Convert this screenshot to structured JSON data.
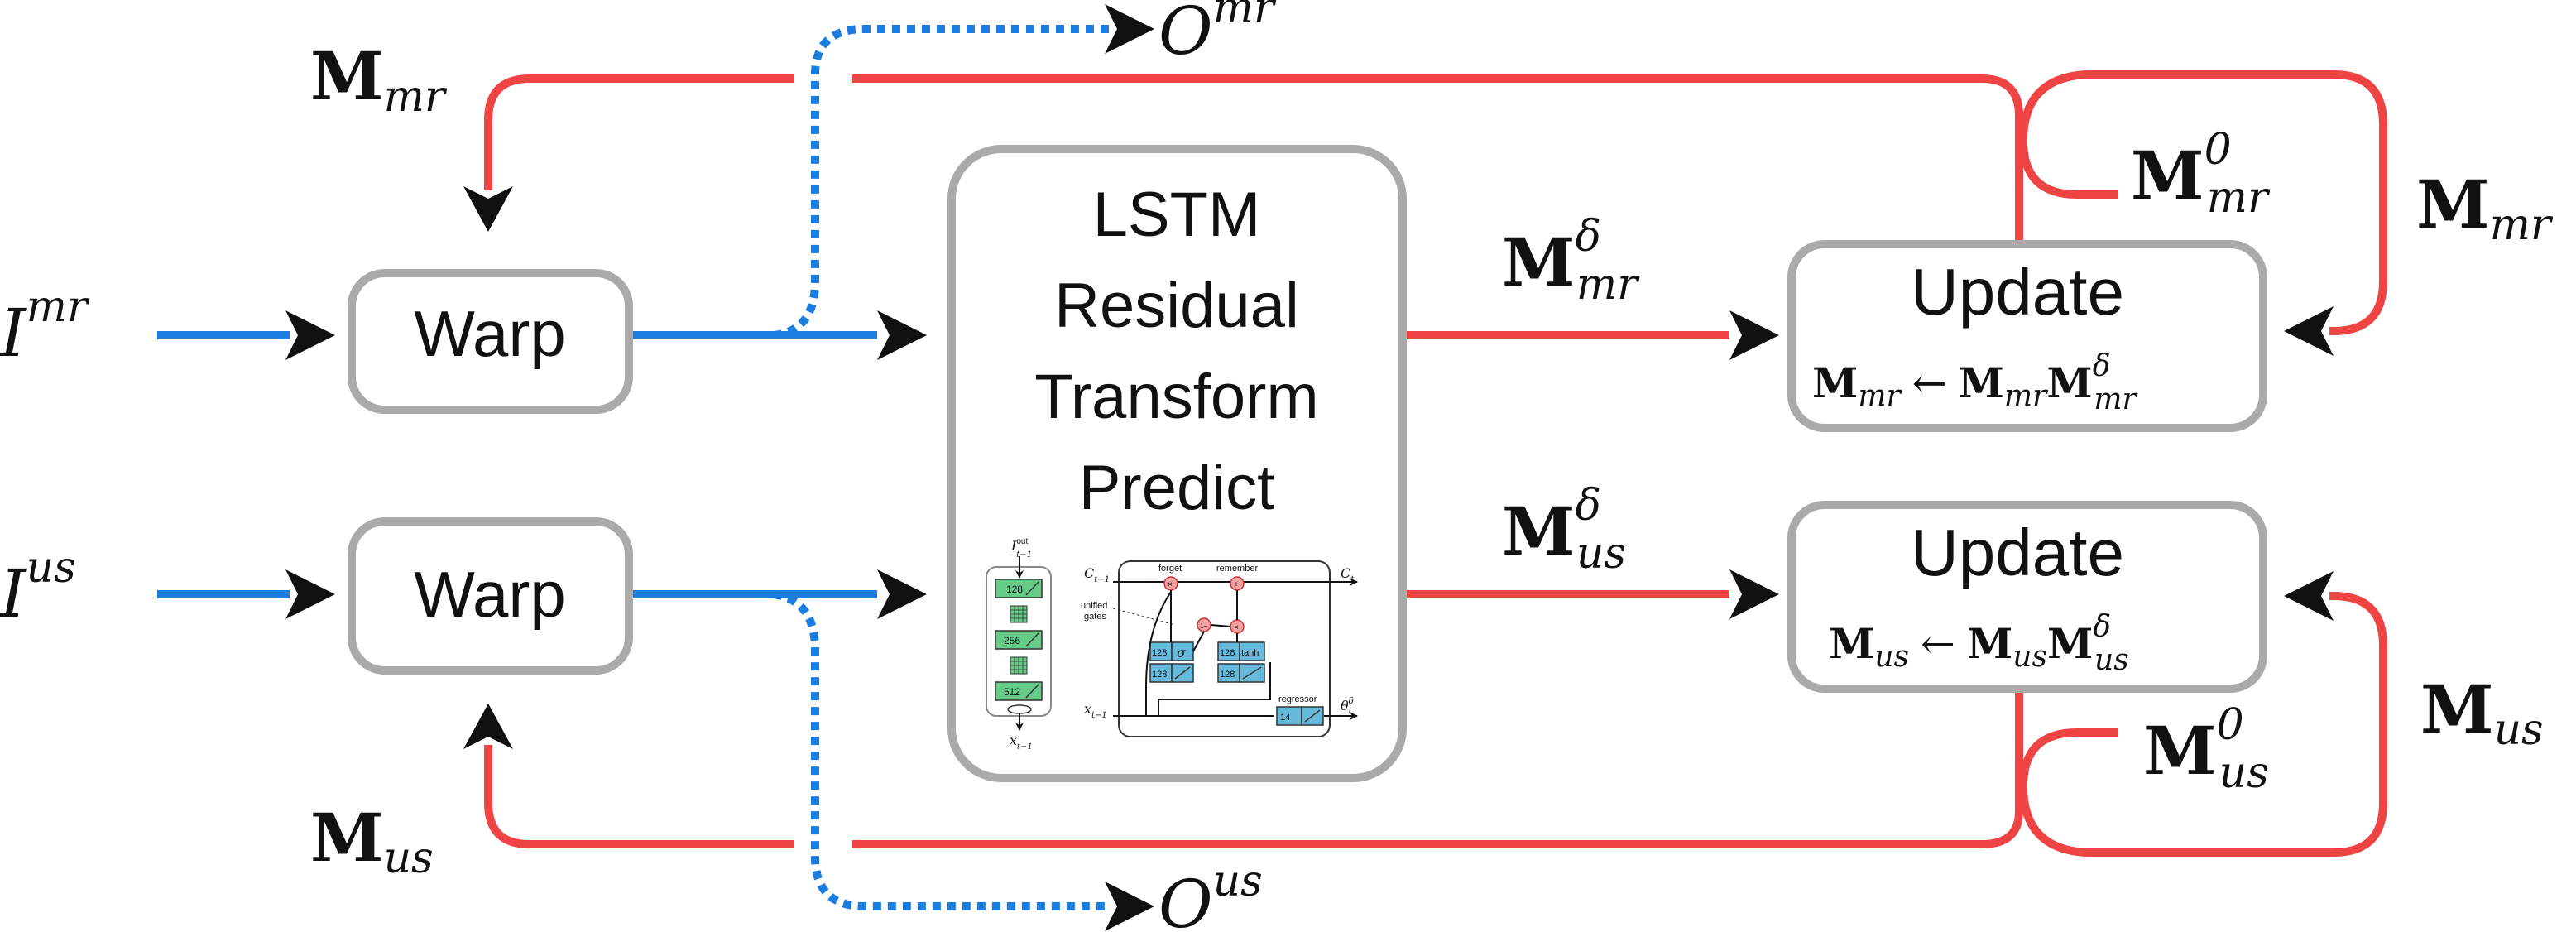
{
  "colors": {
    "red": "#ee4444",
    "blue": "#1a7de0",
    "box_border": "#aaaaaa",
    "lstm_green": "#66cc88",
    "lstm_blue": "#66bbdd",
    "gate_red": "#f3a0a0"
  },
  "labels": {
    "I_mr": {
      "base": "I",
      "sup": "mr"
    },
    "I_us": {
      "base": "I",
      "sup": "us"
    },
    "O_mr": {
      "base": "O",
      "sup": "mr"
    },
    "O_us": {
      "base": "O",
      "sup": "us"
    },
    "M_mr_top": {
      "base": "M",
      "sub": "mr"
    },
    "M_us_bottom": {
      "base": "M",
      "sub": "us"
    },
    "M_mr_right": {
      "base": "M",
      "sub": "mr"
    },
    "M_us_right": {
      "base": "M",
      "sub": "us"
    },
    "M0_mr": {
      "base": "M",
      "sub": "mr",
      "sup": "0"
    },
    "M0_us": {
      "base": "M",
      "sub": "us",
      "sup": "0"
    },
    "Md_mr": {
      "base": "M",
      "sub": "mr",
      "sup": "δ"
    },
    "Md_us": {
      "base": "M",
      "sub": "us",
      "sup": "δ"
    }
  },
  "boxes": {
    "warp_top": "Warp",
    "warp_bottom": "Warp",
    "lstm_lines": [
      "LSTM",
      "Residual",
      "Transform",
      "Predict"
    ],
    "update_top": {
      "title": "Update",
      "eq": {
        "lhs": "M",
        "lhs_sub": "mr",
        "arrow": "←",
        "r1": "M",
        "r1_sub": "mr",
        "r2": "M",
        "r2_sub": "mr",
        "r2_sup": "δ"
      }
    },
    "update_bottom": {
      "title": "Update",
      "eq": {
        "lhs": "M",
        "lhs_sub": "us",
        "arrow": "←",
        "r1": "M",
        "r1_sub": "us",
        "r2": "M",
        "r2_sub": "us",
        "r2_sup": "δ"
      }
    }
  },
  "lstm_inset": {
    "input_label": {
      "base": "I",
      "sub": "t−1",
      "sup": "out"
    },
    "output_label": {
      "base": "x",
      "sub": "t−1"
    },
    "layers": [
      "128",
      "256",
      "512"
    ],
    "c_prev": {
      "base": "C",
      "sub": "t−1"
    },
    "c_next": {
      "base": "C",
      "sub": "t"
    },
    "x_prev": {
      "base": "x",
      "sub": "t−1"
    },
    "theta": {
      "base": "θ",
      "sub": "t",
      "sup": "δ"
    },
    "forget": "forget",
    "remember": "remember",
    "unified_gates": [
      "unified",
      "gates"
    ],
    "sigma": "σ",
    "tanh": "tanh",
    "gate_128": "128",
    "regressor": "regressor",
    "regressor_size": "14",
    "op_times": "×",
    "op_plus": "+",
    "op_one_minus": "1−"
  }
}
